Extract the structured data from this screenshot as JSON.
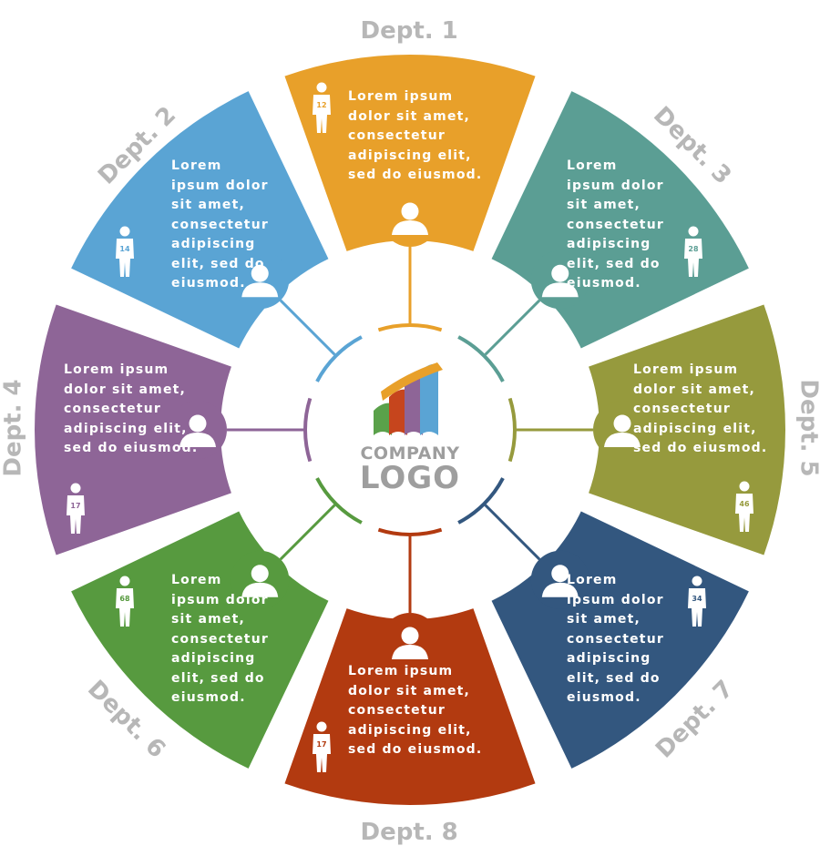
{
  "diagram": {
    "logo": {
      "line1": "COMPANY",
      "line2": "LOGO"
    },
    "departments": [
      {
        "label": "Dept. 1",
        "color": "#e8a02a",
        "badge": "12",
        "text": "Lorem ipsum\ndolor sit amet,\nconsectetur\nadipiscing elit,\nsed do eiusmod."
      },
      {
        "label": "Dept. 2",
        "color": "#5aa4d4",
        "badge": "14",
        "text": "Lorem\nipsum dolor\nsit amet,\nconsectetur\nadipiscing\nelit, sed do\neiusmod."
      },
      {
        "label": "Dept. 3",
        "color": "#5b9e94",
        "badge": "28",
        "text": "Lorem\nipsum dolor\nsit amet,\nconsectetur\nadipiscing\nelit, sed do\neiusmod."
      },
      {
        "label": "Dept. 4",
        "color": "#8e6597",
        "badge": "17",
        "text": "Lorem ipsum\ndolor sit amet,\nconsectetur\nadipiscing elit,\nsed do eiusmod."
      },
      {
        "label": "Dept. 5",
        "color": "#969a3d",
        "badge": "46",
        "text": "Lorem ipsum\ndolor sit amet,\nconsectetur\nadipiscing elit,\nsed do eiusmod."
      },
      {
        "label": "Dept. 6",
        "color": "#579a3f",
        "badge": "68",
        "text": "Lorem\nipsum dolor\nsit amet,\nconsectetur\nadipiscing\nelit, sed do\neiusmod."
      },
      {
        "label": "Dept. 7",
        "color": "#33577f",
        "badge": "34",
        "text": "Lorem\nipsum dolor\nsit amet,\nconsectetur\nadipiscing\nelit, sed do\neiusmod."
      },
      {
        "label": "Dept. 8",
        "color": "#b23a10",
        "badge": "17",
        "text": "Lorem ipsum\ndolor sit amet,\nconsectetur\nadipiscing elit,\nsed do eiusmod."
      }
    ]
  }
}
